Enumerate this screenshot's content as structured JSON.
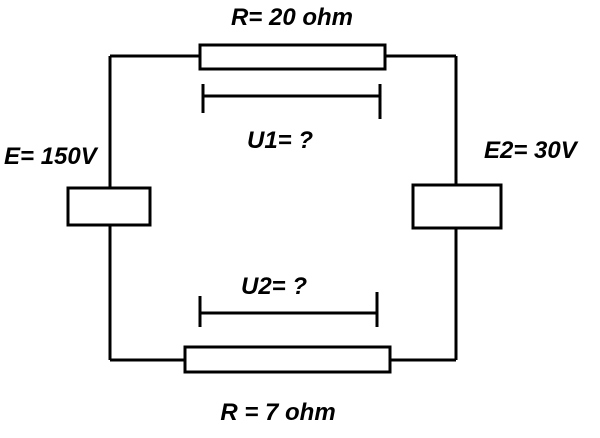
{
  "circuit": {
    "top_resistor_label": "R= 20 ohm",
    "u1_label": "U1= ?",
    "left_source_label": "E= 150V",
    "right_source_label": "E2= 30V",
    "u2_label": "U2= ?",
    "bottom_resistor_label": "R = 7 ohm"
  },
  "colors": {
    "line": "#000000",
    "component_fill": "#ffffff",
    "background": "#ffffff"
  }
}
